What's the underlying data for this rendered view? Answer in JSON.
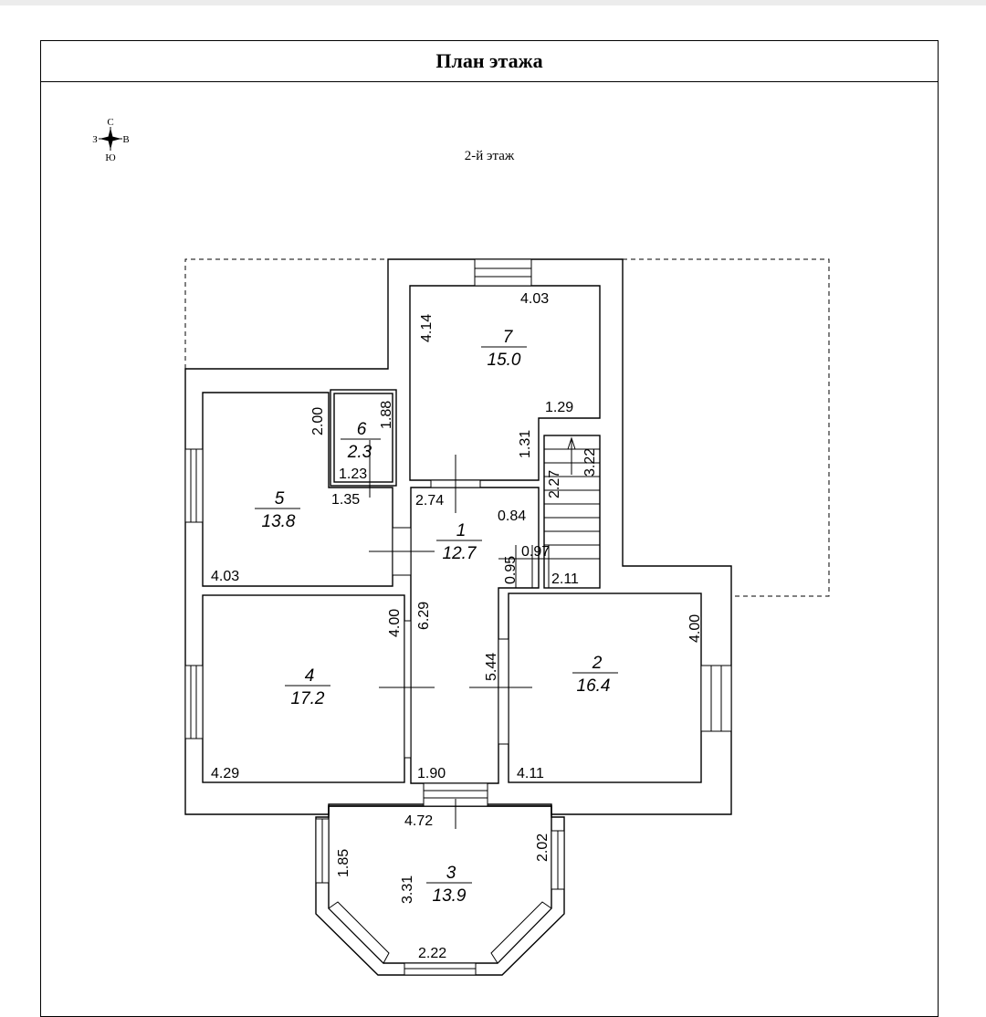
{
  "page": {
    "title": "План этажа",
    "floor_label": "2-й этаж"
  },
  "compass": {
    "north": "С",
    "south": "Ю",
    "west": "З",
    "east": "В"
  },
  "rooms": [
    {
      "number": "1",
      "area": "12.7"
    },
    {
      "number": "2",
      "area": "16.4"
    },
    {
      "number": "3",
      "area": "13.9"
    },
    {
      "number": "4",
      "area": "17.2"
    },
    {
      "number": "5",
      "area": "13.8"
    },
    {
      "number": "6",
      "area": "2.3"
    },
    {
      "number": "7",
      "area": "15.0"
    }
  ],
  "dimensions": {
    "r7_width": "4.03",
    "r7_height": "4.14",
    "r7_notch_w": "1.29",
    "r7_notch_h": "1.31",
    "r6_height": "1.88",
    "r6_width": "1.23",
    "r5_height": "2.00",
    "r5_notch": "1.35",
    "r5_width": "4.03",
    "r1_top": "2.74",
    "r1_right": "0.84",
    "r1_len": "6.29",
    "r1_lower": "5.44",
    "r1_bottom": "1.90",
    "stair_a": "0.95",
    "stair_b": "0.97",
    "stair_c": "2.11",
    "stair_d": "2.27",
    "stair_e": "3.22",
    "r4_height": "4.00",
    "r4_width": "4.29",
    "r2_height": "4.00",
    "r2_width": "4.11",
    "r3_top": "4.72",
    "r3_left": "1.85",
    "r3_right": "2.02",
    "r3_depth": "3.31",
    "r3_bottom": "2.22"
  }
}
